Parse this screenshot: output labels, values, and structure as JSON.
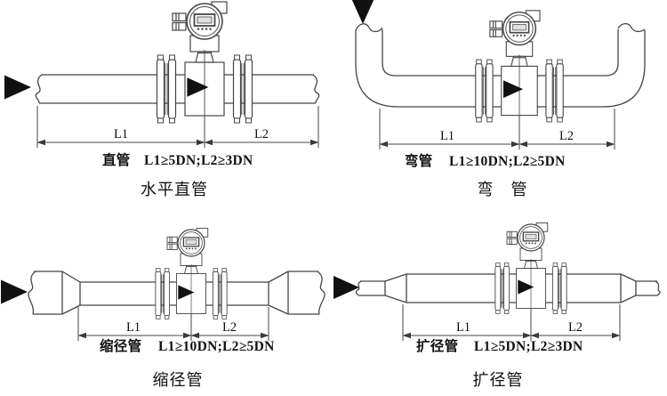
{
  "page": {
    "background": "#ffffff",
    "line_color": "#454545",
    "text_color": "#111111"
  },
  "panels": [
    {
      "id": "horizontal-straight-pipe",
      "l1": "L1",
      "l2": "L2",
      "spec_label": "直管",
      "spec_formula": "L1≥5DN;L2≥3DN",
      "caption": "水平直管"
    },
    {
      "id": "elbow-pipe",
      "l1": "L1",
      "l2": "L2",
      "spec_label": "弯管",
      "spec_formula": "L1≥10DN;L2≥5DN",
      "caption": "弯　管"
    },
    {
      "id": "reducing-pipe",
      "l1": "L1",
      "l2": "L2",
      "spec_label": "缩径管",
      "spec_formula": "L1≥10DN;L2≥5DN",
      "caption": "缩径管"
    },
    {
      "id": "expanding-pipe",
      "l1": "L1",
      "l2": "L2",
      "spec_label": "扩径管",
      "spec_formula": "L1≥5DN;L2≥3DN",
      "caption": "扩径管"
    }
  ]
}
